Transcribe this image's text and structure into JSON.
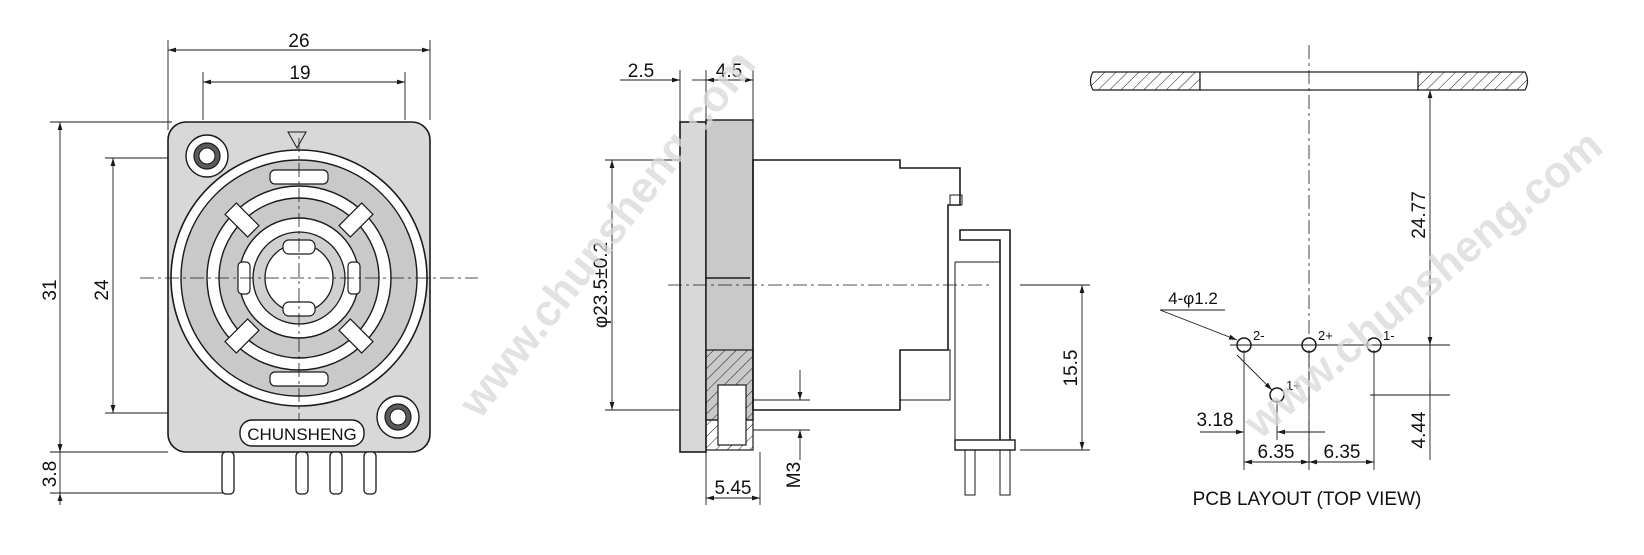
{
  "front_view": {
    "dim_width_outer": "26",
    "dim_width_inner": "19",
    "dim_height_outer": "31",
    "dim_height_inner": "24",
    "dim_pin_length": "3.8",
    "brand_label": "CHUNSHENG"
  },
  "side_view": {
    "dim_flange": "2.5",
    "dim_depth": "4.5",
    "dim_diameter": "φ23.5±0.2",
    "dim_pcb_height": "15.5",
    "dim_screw_offset": "5.45",
    "dim_screw": "M3"
  },
  "pcb_layout": {
    "dim_vertical_top": "24.77",
    "dim_vertical_bottom": "4.44",
    "hole_spec": "4-φ1.2",
    "pin_2minus": "2-",
    "pin_2plus": "2+",
    "pin_1minus": "1-",
    "pin_1plus": "1+",
    "dim_offset": "3.18",
    "dim_pitch_left": "6.35",
    "dim_pitch_right": "6.35",
    "title": "PCB LAYOUT (TOP VIEW)"
  },
  "watermark": "www.chunsheng.com"
}
